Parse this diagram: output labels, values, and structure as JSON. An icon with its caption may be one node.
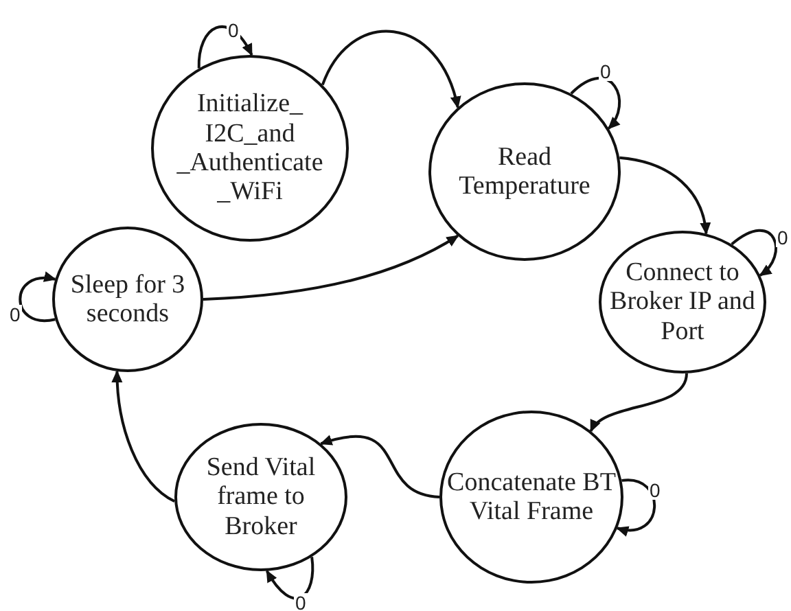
{
  "diagram": {
    "nodes": [
      {
        "text": [
          "Initialize_ I2C_and _Authenticate _WiFi"
        ]
      },
      {
        "text": [
          "Read Temperature"
        ]
      },
      {
        "text": [
          "Sleep for 3 seconds"
        ]
      },
      {
        "text": [
          "Connect to Broker IP and Port"
        ]
      },
      {
        "text": [
          "Concatenate BT Vital Frame"
        ]
      },
      {
        "text": [
          "Send Vital frame to Broker"
        ]
      }
    ],
    "edges": [
      {
        "from": 0,
        "to": 0,
        "arrow": "to",
        "label": "0"
      },
      {
        "from": 0,
        "to": 1,
        "arrow": "to"
      },
      {
        "from": 1,
        "to": 1,
        "arrow": "to",
        "label": "0"
      },
      {
        "from": 2,
        "to": 2,
        "arrow": "to",
        "label": "0"
      },
      {
        "from": 2,
        "to": 1,
        "arrow": "to"
      },
      {
        "from": 1,
        "to": 3,
        "arrow": "to"
      },
      {
        "from": 3,
        "to": 3,
        "arrow": "to",
        "label": "0"
      },
      {
        "from": 3,
        "to": 4,
        "arrow": "to"
      },
      {
        "from": 4,
        "to": 4,
        "arrow": "to",
        "label": "0"
      },
      {
        "from": 4,
        "to": 5,
        "arrow": "to"
      },
      {
        "from": 5,
        "to": 5,
        "arrow": "to",
        "label": "0"
      },
      {
        "from": 5,
        "to": 2,
        "arrow": "to"
      }
    ]
  }
}
